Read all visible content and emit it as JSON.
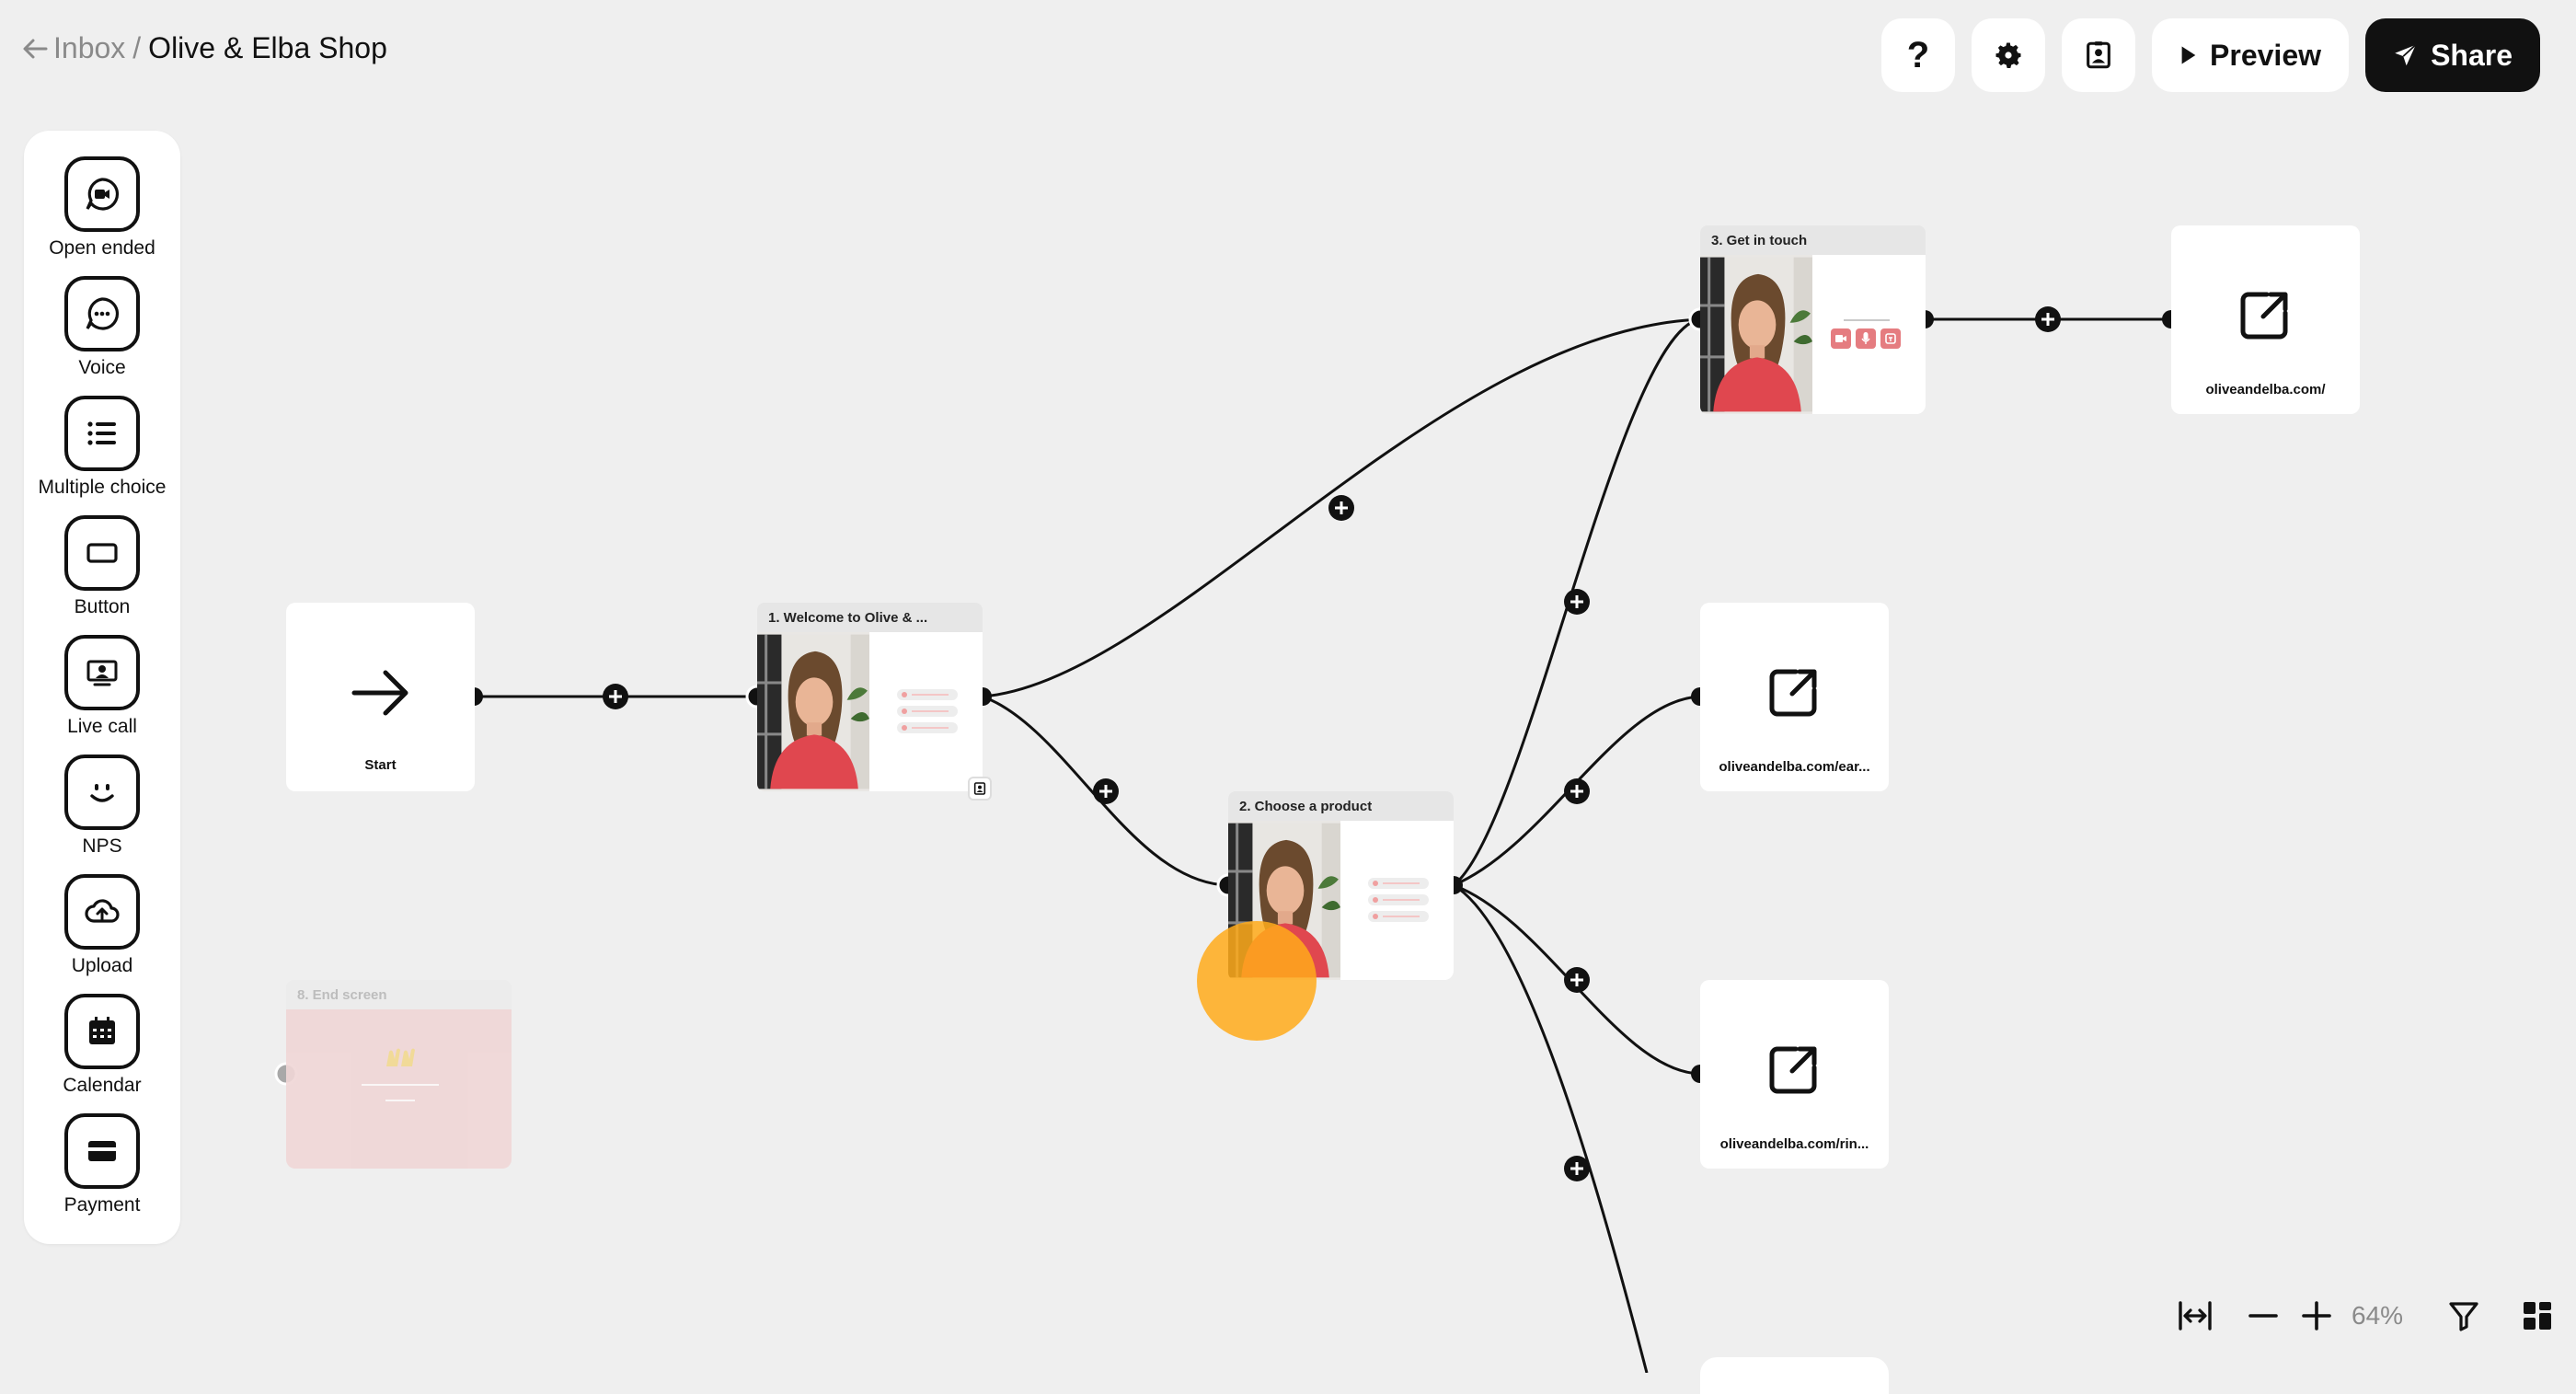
{
  "header": {
    "back_label": "Inbox",
    "separator": "/",
    "title": "Olive & Elba Shop",
    "preview_label": "Preview",
    "share_label": "Share"
  },
  "tools": [
    {
      "label": "Open ended",
      "icon": "video-bubble-icon"
    },
    {
      "label": "Voice",
      "icon": "voice-bubble-icon"
    },
    {
      "label": "Multiple choice",
      "icon": "list-icon"
    },
    {
      "label": "Button",
      "icon": "button-icon"
    },
    {
      "label": "Live call",
      "icon": "live-call-icon"
    },
    {
      "label": "NPS",
      "icon": "smiley-icon"
    },
    {
      "label": "Upload",
      "icon": "cloud-upload-icon"
    },
    {
      "label": "Calendar",
      "icon": "calendar-icon"
    },
    {
      "label": "Payment",
      "icon": "credit-card-icon"
    }
  ],
  "nodes": {
    "start": {
      "label": "Start"
    },
    "welcome": {
      "title": "1. Welcome to Olive & ..."
    },
    "choose": {
      "title": "2. Choose a product"
    },
    "touch": {
      "title": "3. Get in touch"
    },
    "end": {
      "title": "8. End screen"
    },
    "link1": {
      "label": "oliveandelba.com/"
    },
    "link2": {
      "label": "oliveandelba.com/ear..."
    },
    "link3": {
      "label": "oliveandelba.com/rin..."
    }
  },
  "zoom": {
    "level": "64%"
  },
  "colors": {
    "accent": "#111111",
    "cursor_highlight": "#ffaa1a",
    "end_screen": "#f0d6d6",
    "woman_shirt": "#e0474f"
  }
}
